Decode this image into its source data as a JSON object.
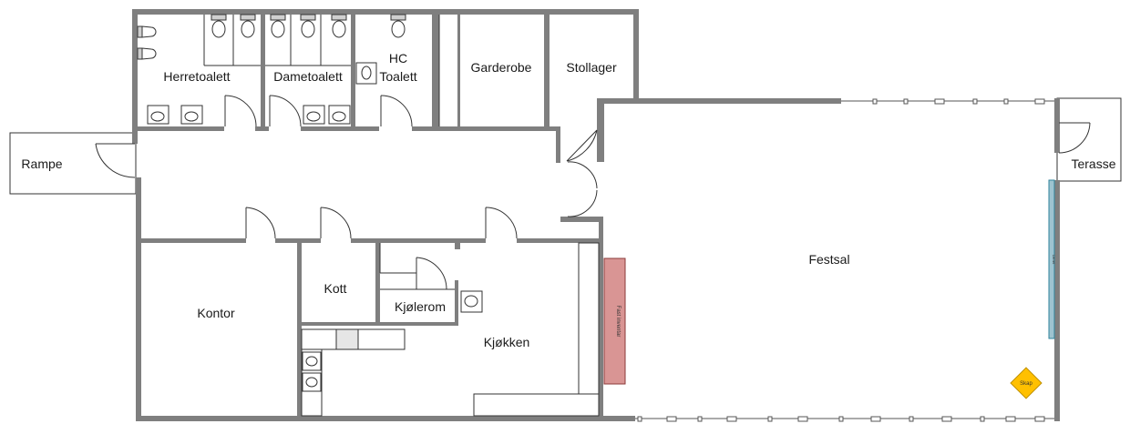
{
  "rooms": {
    "herretoalett": "Herretoalett",
    "dametoalett": "Dametoalett",
    "hc_line1": "HC",
    "hc_line2": "Toalett",
    "garderobe": "Garderobe",
    "stollager": "Stollager",
    "rampe": "Rampe",
    "terasse": "Terasse",
    "festsal": "Festsal",
    "kontor": "Kontor",
    "kott": "Kott",
    "kjolerom": "Kjølerom",
    "kjokken": "Kjøkken"
  },
  "fixtures": {
    "fast_inventar": "Fast inventar",
    "skap": "Skap",
    "scene_panel": "Lerret"
  },
  "colors": {
    "wall": "#7f7f7f",
    "fast_inventar": "#d99594",
    "skap": "#ffc000",
    "panel": "#9dc3d0"
  }
}
